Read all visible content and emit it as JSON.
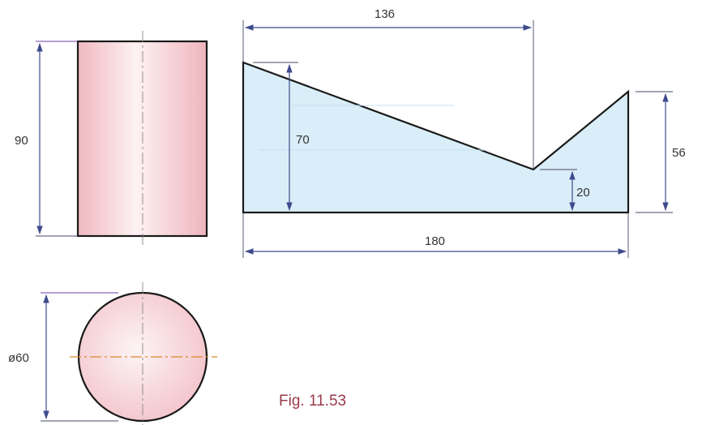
{
  "dimensions": {
    "top_length": "136",
    "left_height": "90",
    "slope_height": "70",
    "right_height": "56",
    "notch_height": "20",
    "base_length": "180",
    "diameter": "ø60"
  },
  "caption": "Fig. 11.53",
  "colors": {
    "rect_fill": "#f3c6cc",
    "profile_fill": "#d9eef8",
    "circle_fill": "#f7d6dc",
    "dimension": "#3d4a8c",
    "caption": "#9b3a4a"
  }
}
